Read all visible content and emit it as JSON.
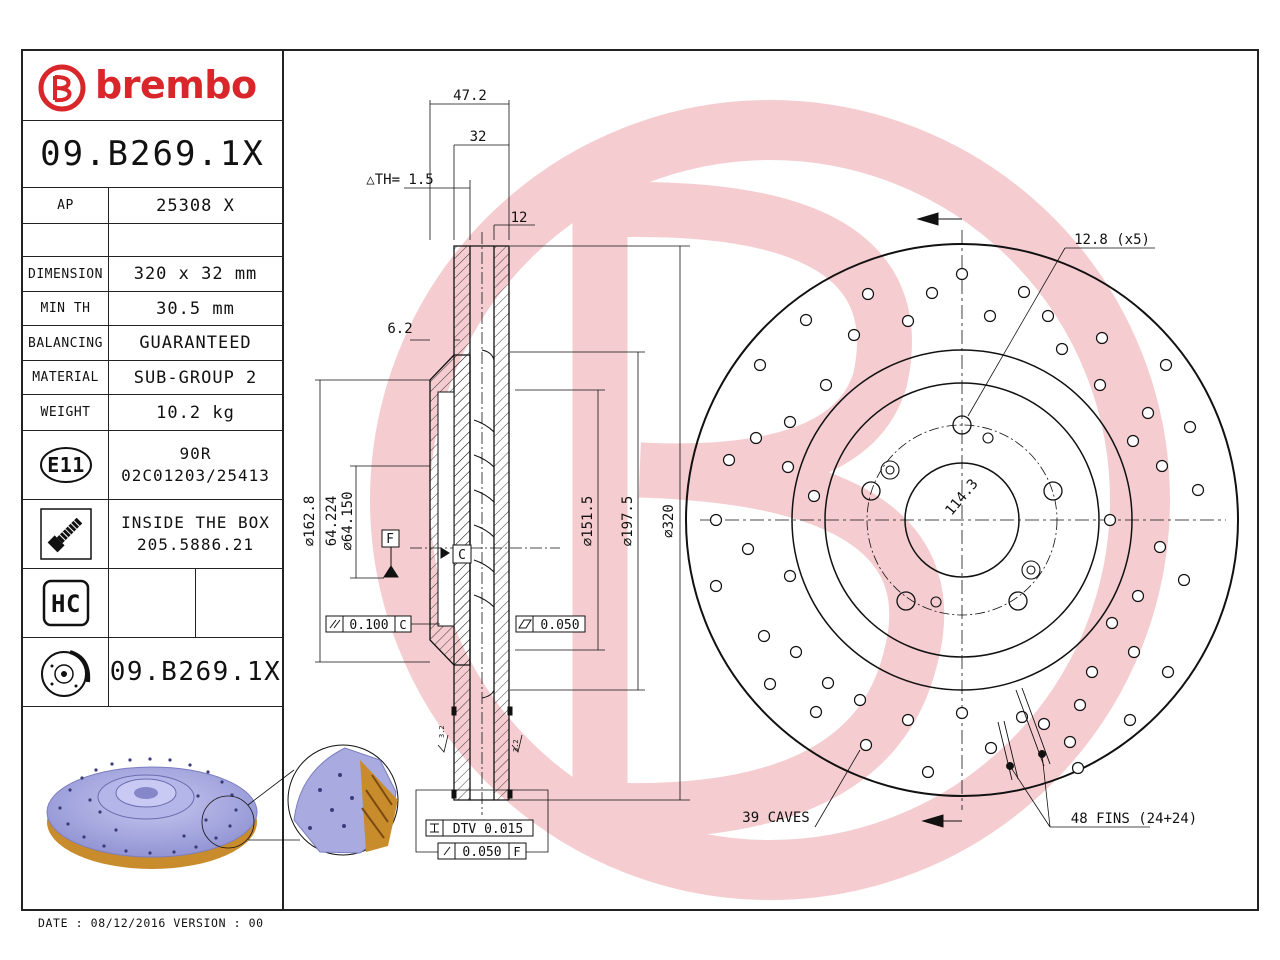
{
  "brand": {
    "name": "brembo",
    "color": "#d8262b"
  },
  "part_number": "09.B269.1X",
  "spec_table": [
    {
      "label": "AP",
      "value": "25308 X"
    },
    {
      "label": "",
      "value": ""
    },
    {
      "label": "DIMENSION",
      "value": "320 x 32 mm"
    },
    {
      "label": "MIN TH",
      "value": "30.5 mm"
    },
    {
      "label": "BALANCING",
      "value": "GUARANTEED"
    },
    {
      "label": "MATERIAL",
      "value": "SUB-GROUP 2"
    },
    {
      "label": "WEIGHT",
      "value": "10.2 kg"
    }
  ],
  "homologation": {
    "badge": "E11",
    "line1": "90R",
    "line2": "02C01203/25413"
  },
  "inside_box": {
    "line1": "INSIDE THE BOX",
    "line2": "205.5886.21"
  },
  "hc_badge": "HC",
  "footer_part_number": "09.B269.1X",
  "footer": "DATE : 08/12/2016 VERSION : 00",
  "dimensions": {
    "overall_width": "47.2",
    "disc_thickness": "32",
    "th": "△TH= 1.5",
    "friction_ring": "12",
    "hat_offset": "6.2",
    "d162": "⌀162.8",
    "d64_upper": "64.224",
    "d64_lower": "⌀64.150",
    "d151": "⌀151.5",
    "d197": "⌀197.5",
    "d320": "⌀320",
    "pcd": "114.3",
    "bolt_holes": "12.8 (x5)",
    "datum_f": "F",
    "datum_c": "C",
    "parallelism": "0.100",
    "parallelism_ref": "C",
    "flatness": "0.050",
    "dtv": "DTV 0.015",
    "runout": "0.050",
    "runout_ref": "F",
    "roughness": "3.2"
  },
  "callouts": {
    "caves": "39 CAVES",
    "fins": "48 FINS (24+24)"
  },
  "colors": {
    "line": "#111111",
    "watermark": "#f4c8cb",
    "render": "#a9abe0"
  }
}
